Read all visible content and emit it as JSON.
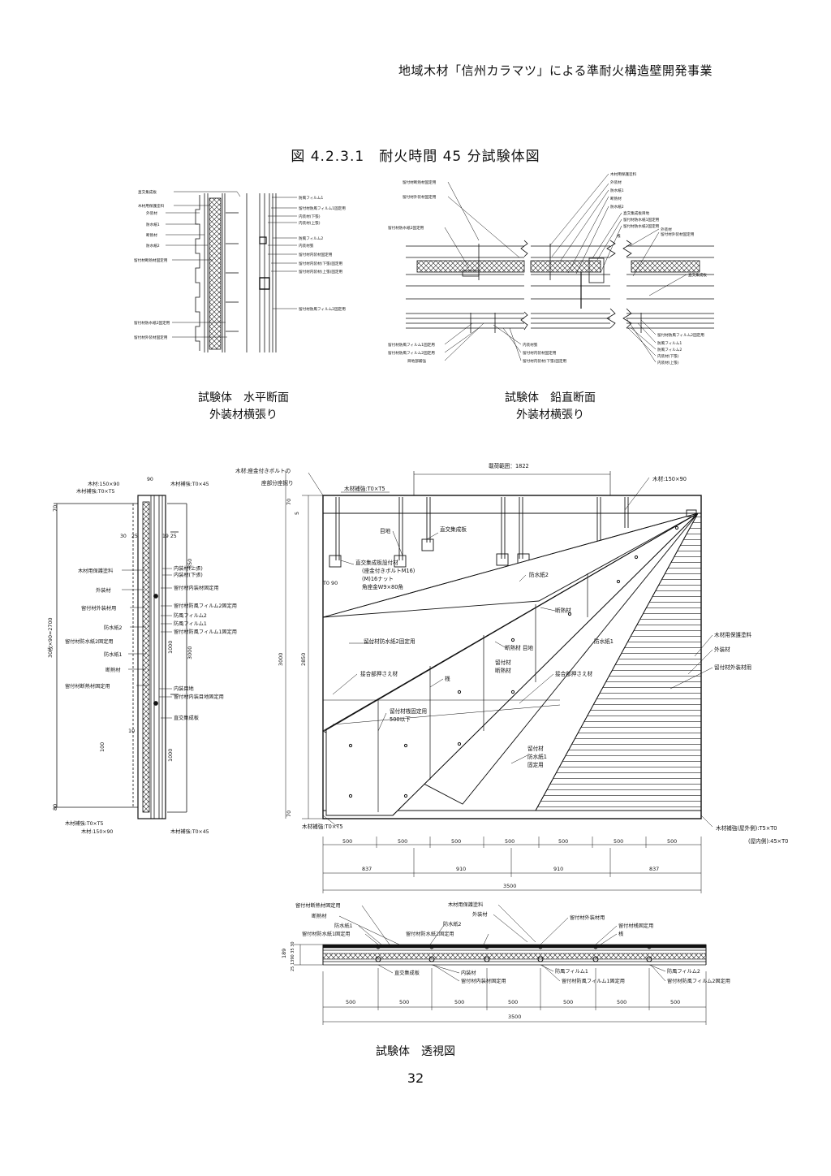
{
  "header": "地域木材「信州カラマツ」による準耐火構造壁開発事業",
  "figure_title": "図 4.2.3.1　耐火時間 45 分試験体図",
  "captions": {
    "horizontal_1": "試験体　水平断面",
    "horizontal_2": "外装材横張り",
    "vertical_1": "試験体　鉛直断面",
    "vertical_2": "外装材横張り",
    "perspective": "試験体　透視図"
  },
  "page_number": "32",
  "hsec_labels": {
    "l1": "直交集成板",
    "l2": "木材用保護塗料",
    "l3": "外装材",
    "l4": "防水紙1",
    "l5": "断熱材",
    "l6": "防水紙2",
    "l7": "留付材断熱材固定用",
    "l8": "留付材防水紙2固定用",
    "l9": "留付材外装材固定用",
    "r1": "防風フィルム1",
    "r2": "留付材防風フィルム1固定用",
    "r3": "内装材(下張)",
    "r4": "内装材(上張)",
    "r5": "防風フィルム2",
    "r6": "内装材張",
    "r7": "留付材内装材固定用",
    "r8": "留付材内装材(下張)固定用",
    "r9": "留付材内装材(上張)固定用",
    "r10": "留付材防風フィルム2固定用"
  },
  "vsec_labels": {
    "t1": "留付材断熱材固定用",
    "t2": "留付材外装材固定用",
    "t3": "留付材防水紙2固定用",
    "t4": "木材用保護塗料",
    "t5": "外装材",
    "t6": "防水紙1",
    "t7": "断熱材",
    "t8": "防水紙2",
    "t9": "直交集成板目地",
    "t10": "留付材防水紙1固定用",
    "t11": "留付材防水紙2固定用",
    "t12": "外装材",
    "t13": "留付材外装材固定用",
    "t14": "直交集成板",
    "b1": "留付材防風フィルム2固定用",
    "b2": "留付材防風フィルム1固定用",
    "b3": "目地部補強",
    "b4": "内装材張",
    "b5": "留付材内装材固定用",
    "b6": "留付材内装材(下張)固定用",
    "b7": "留付材防風フィルム2固定用",
    "b8": "防風フィルム1",
    "b9": "防風フィルム2",
    "b10": "内装材(下張)",
    "b11": "内装材(上張)",
    "c1": "桟"
  },
  "elev_labels": {
    "top_left_1": "木材:150×90",
    "top_left_2": "木材補強:T0×T5",
    "top_right": "木材補強:T0×45",
    "dim_90": "90",
    "dim_30": "30",
    "dim_25": "25",
    "dim_1925": "19 25",
    "a1": "木材用保護塗料",
    "a2": "外装材",
    "a3": "留付材外装材用",
    "a4": "防水紙2",
    "a5": "留付材防水紙2固定用",
    "a6": "防水紙1",
    "a7": "断熱材",
    "a8": "留付材断熱材固定用",
    "b1": "内装材(上張)",
    "b2": "内装材(下張)",
    "b3": "留付材内装材固定用",
    "b4": "留付材防風フィルム2固定用",
    "b5": "防風フィルム2",
    "b6": "防風フィルム1",
    "b7": "留付材防風フィルム1固定用",
    "b8": "内装目地",
    "b9": "留付材内装目地固定用",
    "b10": "直交集成板",
    "v_total": "30枚×90=2700",
    "v_850": "850",
    "v_1000a": "1000",
    "v_1000b": "1000",
    "v_3000": "3000",
    "v_70": "70",
    "v_80": "80",
    "v_100": "100",
    "v_10": "10",
    "bottom_1": "木材補強:T0×T5",
    "bottom_2": "木材:150×90",
    "bottom_right": "木材補強:T0×45"
  },
  "persp_labels": {
    "top_left": "木材:座金付きボルトの",
    "top_left_2": "座部分座掘り",
    "span": "載荷範囲：1822",
    "top_right": "木材:150×90",
    "reinforce": "木材補強:T0×T5",
    "joint": "目地",
    "clt": "直交集成板",
    "bolt1": "直交集成板設付材",
    "bolt2": "(座金付きボルトM16)",
    "bolt3": "(M)16ナット",
    "bolt4": "角座金W9×80角",
    "w1": "防水紙2",
    "w2": "断熱材",
    "w3": "留付材防水紙2固定用",
    "w4": "断熱材 目地",
    "w5": "留付材",
    "w6": "断熱材",
    "w7": "防水紙1",
    "w8": "接合部押さえ材",
    "w9": "接合部押さえ材",
    "w10": "桟",
    "w11": "留付材桟固定用",
    "w12": "500以下",
    "w13": "留付材",
    "w14": "防水紙1",
    "w15": "固定用",
    "r1": "木材用保護塗料",
    "r2": "外装材",
    "r3": "留付材外装材用",
    "r4": "木材補強(屋外側):T5×T0",
    "r5": "(屋内側):45×T0",
    "bl": "木材補強:T0×T5",
    "h_3000": "3000",
    "h_2850": "2850",
    "h_70": "70",
    "h_5": "5",
    "h_70b": "70",
    "w_90": "T0 90",
    "d500": [
      "500",
      "500",
      "500",
      "500",
      "500",
      "500",
      "500"
    ],
    "d837a": "837",
    "d910a": "910",
    "d910b": "910",
    "d837b": "837",
    "d3500": "3500"
  },
  "plan_labels": {
    "p1": "留付材断熱材固定用",
    "p2": "断熱材",
    "p3": "防水紙1",
    "p4": "留付材防水紙1固定用",
    "p5": "防水紙2",
    "p6": "留付材防水紙2固定用",
    "p7": "木材用保護塗料",
    "p8": "外装材",
    "p9": "留付材外装材用",
    "p10": "留付材桟固定用",
    "p11": "桟",
    "q1": "直交集成板",
    "q2": "内装材",
    "q3": "留付材内装材固定用",
    "q4": "防風フィルム1",
    "q5": "留付材防風フィルム1固定用",
    "q6": "防風フィルム2",
    "q7": "留付材防風フィルム2固定用",
    "d500": [
      "500",
      "500",
      "500",
      "500",
      "500",
      "500",
      "500"
    ],
    "d3500": "3500",
    "dl1": "189",
    "dl2": "25 1390 35 30"
  }
}
